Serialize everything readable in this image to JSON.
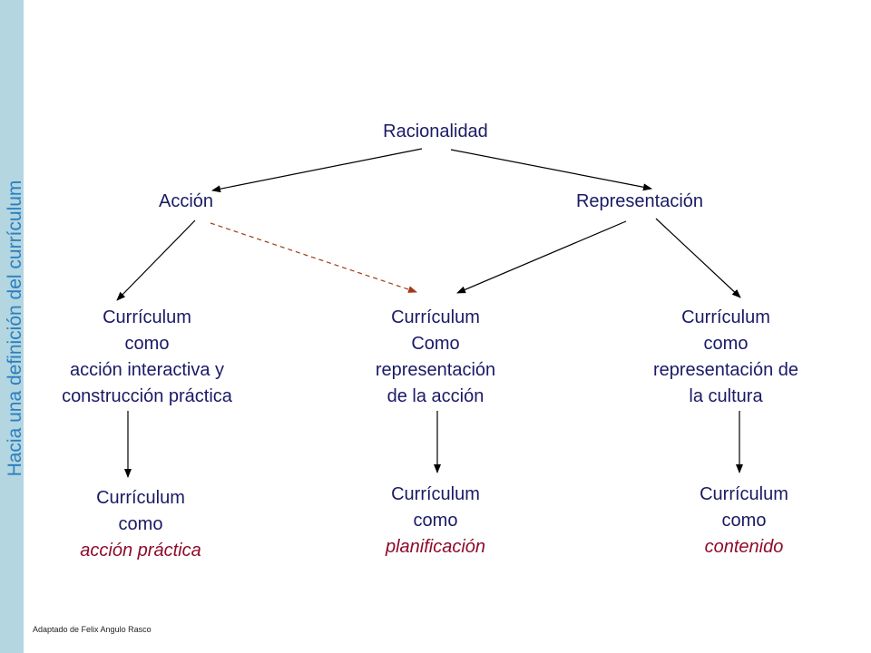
{
  "side_title": "Hacia una definición del currículum",
  "nodes": {
    "root": "Racionalidad",
    "accion": "Acción",
    "representacion": "Representación",
    "left": [
      "Currículum",
      "como",
      "acción interactiva y",
      "construcción práctica"
    ],
    "middle": [
      "Currículum",
      "Como",
      "representación",
      "de la acción"
    ],
    "right": [
      "Currículum",
      "como",
      "representación de",
      "la cultura"
    ],
    "bottom_left": {
      "lines": [
        "Currículum",
        "como"
      ],
      "highlight": "acción práctica"
    },
    "bottom_middle": {
      "lines": [
        "Currículum",
        "como"
      ],
      "highlight": "planificación"
    },
    "bottom_right": {
      "lines": [
        "Currículum",
        "como"
      ],
      "highlight": "contenido"
    }
  },
  "credit": "Adaptado de Felix Angulo Rasco",
  "colors": {
    "text": "#1a1a66",
    "highlight": "#8e0b2b",
    "side_band": "#b3d6e0",
    "side_title": "#2b7fc0",
    "dashed_arrow": "#a03a1a"
  }
}
